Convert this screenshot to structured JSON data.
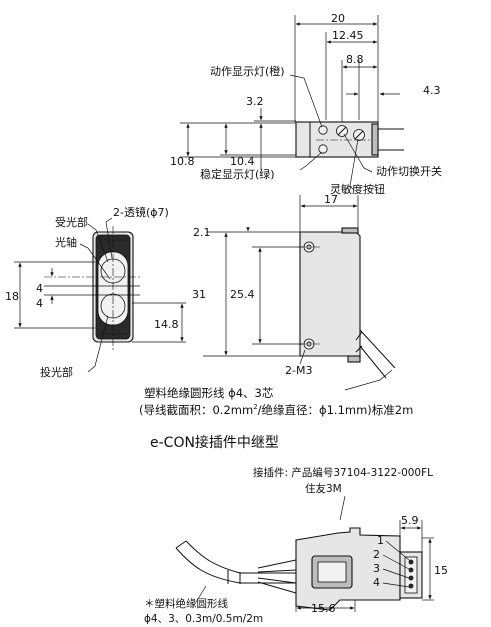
{
  "top_view": {
    "dims": {
      "d20": "20",
      "d1245": "12.45",
      "d88": "8.8",
      "d43": "4.3",
      "d32": "3.2",
      "d108": "10.8",
      "d104": "10.4"
    },
    "labels": {
      "operation_lamp": "动作显示灯(橙)",
      "stability_lamp": "稳定显示灯(绿)",
      "mode_switch": "动作切换开关",
      "sensitivity_knob": "灵敏度按钮"
    }
  },
  "front_view": {
    "dims": {
      "d18": "18",
      "d4a": "4",
      "d4b": "4",
      "d148": "14.8"
    },
    "labels": {
      "receiver": "受光部",
      "optical_axis": "光轴",
      "lens": "2-透镜(ϕ7)",
      "emitter": "投光部"
    }
  },
  "side_view": {
    "dims": {
      "d17": "17",
      "d21": "2.1",
      "d31": "31",
      "d254": "25.4"
    },
    "labels": {
      "screw": "2-M3"
    }
  },
  "cable": {
    "line1": "塑料绝缘圆形线  ϕ4、3芯",
    "line2_a": "(导线截面积：0.2mm",
    "line2_sup": "2",
    "line2_b": "/绝缘直径：ϕ1.1mm)标准2m"
  },
  "econ": {
    "title": "e-CON接插件中继型",
    "connector_label": "接插件:  产品编号37104-3122-000FL",
    "maker": "住友3M",
    "dims": {
      "d59": "5.9",
      "d15": "15",
      "d156": "15.6"
    },
    "pins": [
      "1",
      "2",
      "3",
      "4"
    ],
    "note_line1": "＊塑料绝缘圆形线",
    "note_line2": "ϕ4、3、0.3m/0.5m/2m"
  }
}
